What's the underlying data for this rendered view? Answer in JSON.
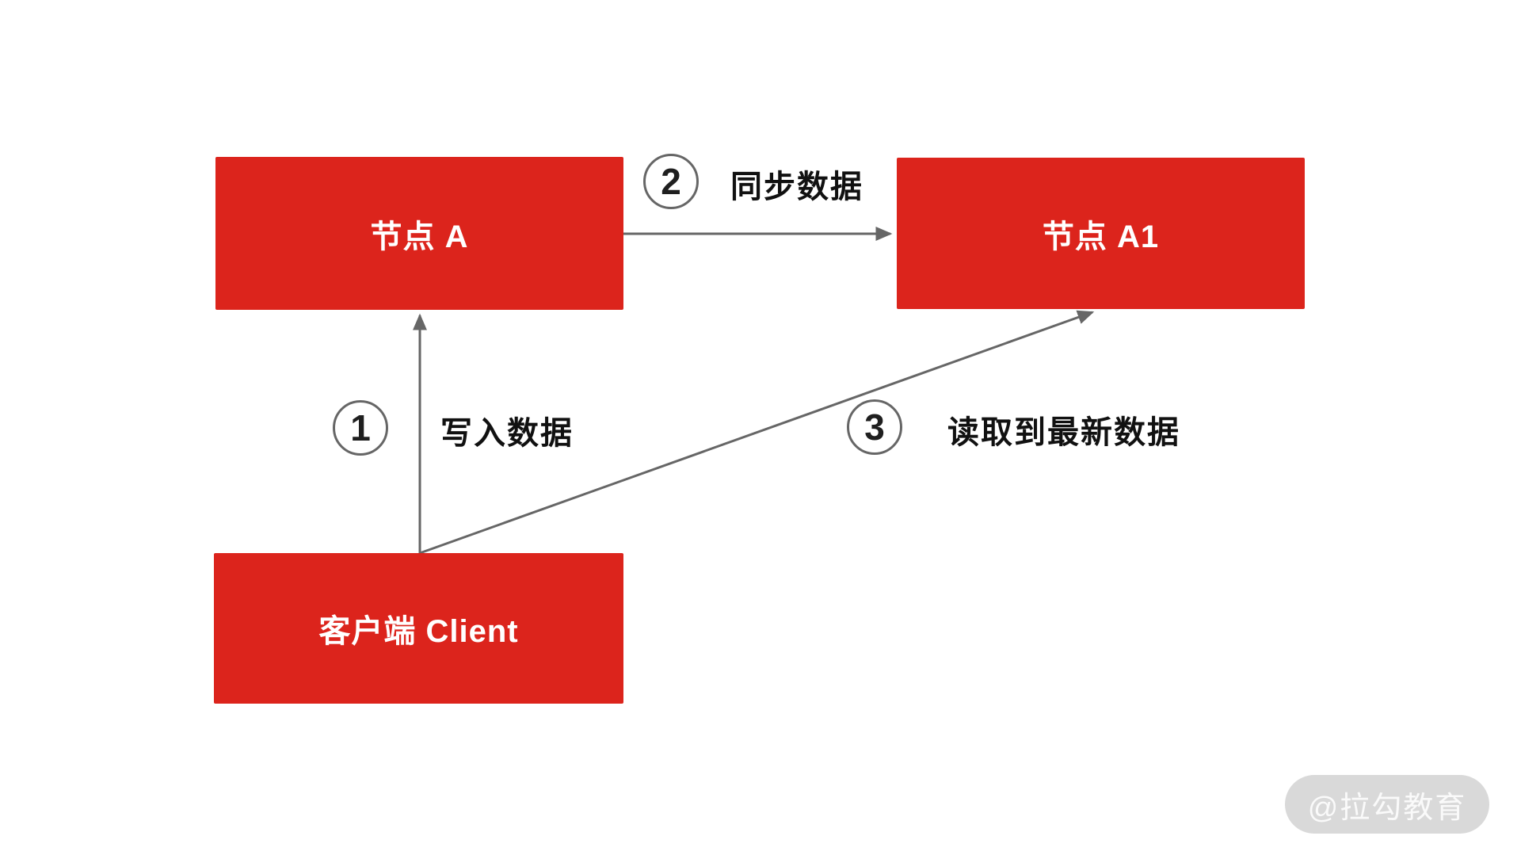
{
  "colors": {
    "node_fill": "#dc241c",
    "node_text": "#ffffff",
    "connector": "#666666",
    "step_text": "#111111",
    "circle_fill": "#ffffff",
    "watermark_bg": "#d9d9d9",
    "watermark_text": "#fafafa",
    "background": "#ffffff"
  },
  "diagram": {
    "nodes": [
      {
        "id": "node-a",
        "label": "节点 A"
      },
      {
        "id": "node-a1",
        "label": "节点 A1"
      },
      {
        "id": "client",
        "label": "客户端 Client"
      }
    ],
    "steps": [
      {
        "number": "1",
        "label": "写入数据",
        "from": "client",
        "to": "node-a"
      },
      {
        "number": "2",
        "label": "同步数据",
        "from": "node-a",
        "to": "node-a1"
      },
      {
        "number": "3",
        "label": "读取到最新数据",
        "from": "client",
        "to": "node-a1"
      }
    ]
  },
  "watermark": {
    "text": "@拉勾教育"
  }
}
